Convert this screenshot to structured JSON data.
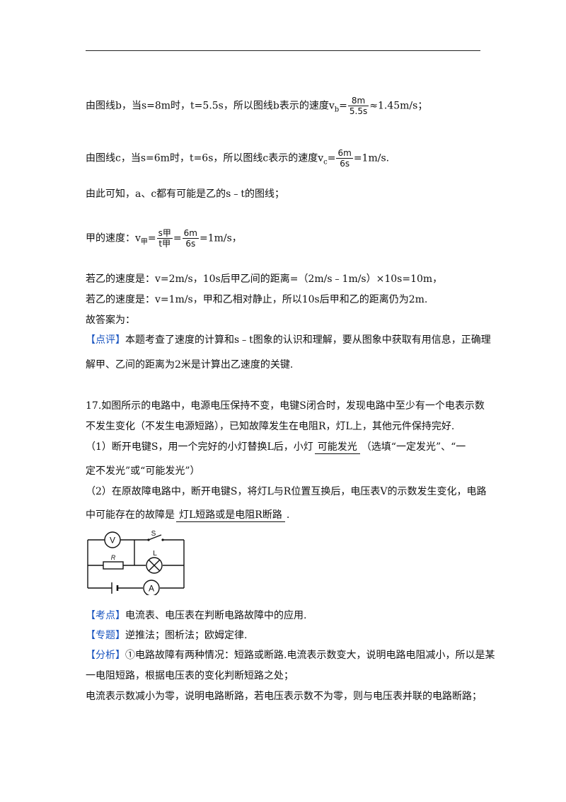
{
  "lines": {
    "l1a": "由图线b，当s=8m时，t=5.5s，所以图线b表示的速度v",
    "l1sub": "b",
    "l1eq": "=",
    "l1num": "8m",
    "l1den": "5.5s",
    "l1b": "≈1.45m/s；",
    "l2a": "由图线c，当s=6m时，t=6s，所以图线c表示的速度v",
    "l2sub": "c",
    "l2eq": "=",
    "l2num": "6m",
    "l2den": "6s",
    "l2b": "=1m/s.",
    "l3": "由此可知，a、c都有可能是乙的s﹣t的图线；",
    "l4a": "甲的速度：v",
    "l4sub": "甲",
    "l4eq": "=",
    "l4num1": "s甲",
    "l4den1": "t甲",
    "l4eq2": "=",
    "l4num2": "6m",
    "l4den2": "6s",
    "l4b": "=1m/s，",
    "l5": "若乙的速度是：v=2m/s，10s后甲乙间的距离=（2m/s﹣1m/s）×10s=10m，",
    "l6": "若乙的速度是：v=1m/s，甲和乙相对静止，所以10s后甲和乙的距离仍为2m.",
    "l7": "故答案为：",
    "l8tag": "【点评】",
    "l8": "本题考查了速度的计算和s﹣t图象的认识和理解，要从图象中获取有用信息，正确理",
    "l9": "解甲、乙间的距离为2米是计算出乙速度的关键.",
    "q17a": "17.如图所示的电路中，电源电压保持不变，电键S闭合时，发现电路中至少有一个电表示数",
    "q17b": "不发生变化（不发生电源短路），已知故障发生在电阻R，灯L上，其他元件保持完好.",
    "q17c1": "（1）断开电键S，用一个完好的小灯替换L后，小灯",
    "q17c_ans": "可能发光",
    "q17c2": "（选填“一定发光”、“一",
    "q17d": "定不发光”或“可能发光”）",
    "q17e": "（2）在原故障电路中，断开电键S，将灯L与R位置互换后，电压表V的示数发生变化，电路",
    "q17f1": "中可能存在的故障是",
    "q17f_ans": "灯L短路或是电阻R断路",
    "q17f2": ".",
    "kd_tag": "【考点】",
    "kd": "电流表、电压表在判断电路故障中的应用.",
    "zt_tag": "【专题】",
    "zt": "逆推法；图析法；欧姆定律.",
    "fx_tag": "【分析】",
    "fx1": "①电路故障有两种情况：短路或断路.电流表示数变大，说明电路电阻减小，所以是某",
    "fx2": "一电阻短路，根据电压表的变化判断短路之处；",
    "fx3": "电流表示数减小为零，说明电路断路，若电压表示数不为零，则与电压表并联的电路断路；"
  },
  "circuit": {
    "voltmeter": "V",
    "switch": "S",
    "lamp": "L",
    "resistor": "R",
    "ammeter": "A"
  }
}
